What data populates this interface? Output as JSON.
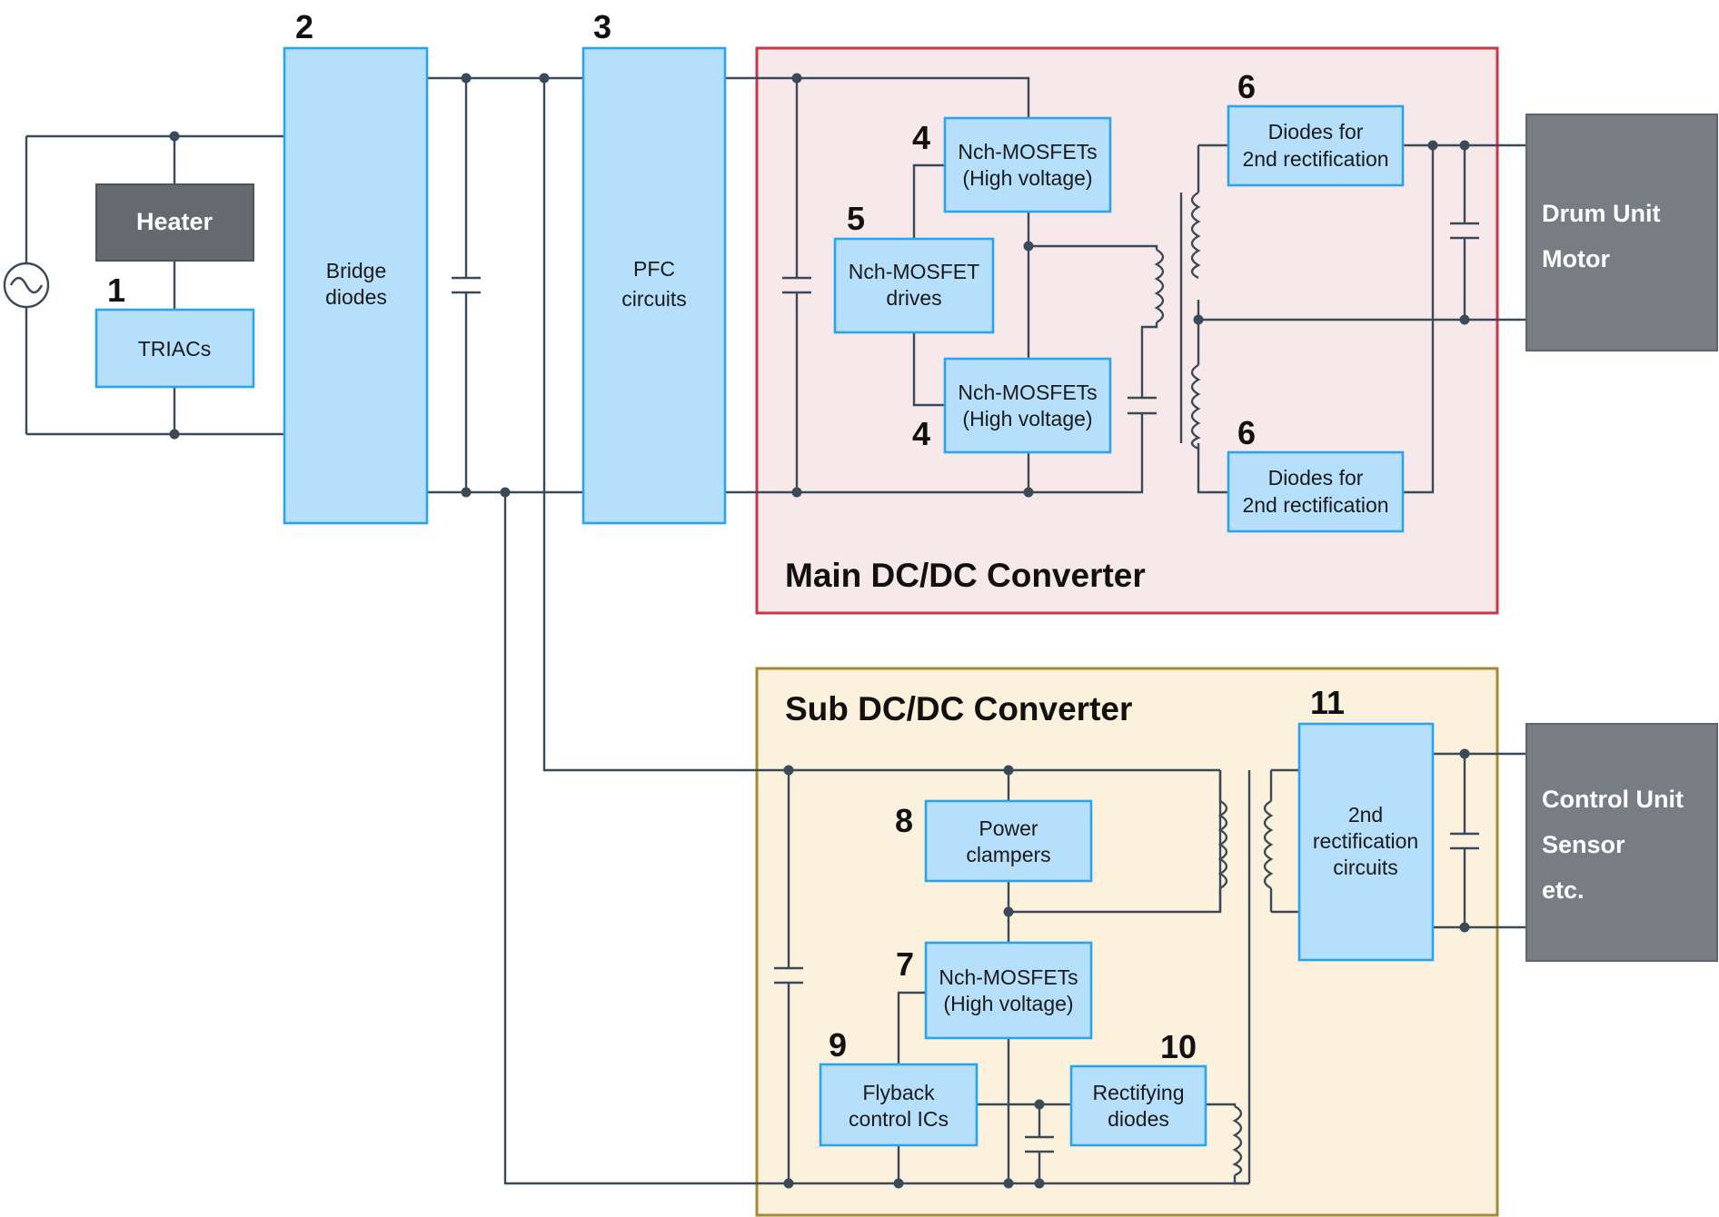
{
  "regions": {
    "main_converter": {
      "title": "Main DC/DC Converter",
      "fill": "#f7e8e9",
      "stroke": "#c8364a"
    },
    "sub_converter": {
      "title": "Sub DC/DC Converter",
      "fill": "#fbf1dc",
      "stroke": "#a48a30"
    }
  },
  "loads": {
    "heater": "Heater",
    "drum": [
      "Drum Unit",
      "Motor"
    ],
    "control": [
      "Control Unit",
      "Sensor",
      "etc."
    ]
  },
  "blocks": {
    "triacs": {
      "number": "1",
      "lines": [
        "TRIACs"
      ]
    },
    "bridge": {
      "number": "2",
      "lines": [
        "Bridge",
        "diodes"
      ]
    },
    "pfc": {
      "number": "3",
      "lines": [
        "PFC",
        "circuits"
      ]
    },
    "mosfet_hi_top": {
      "number": "4",
      "lines": [
        "Nch-MOSFETs",
        "(High voltage)"
      ]
    },
    "mosfet_hi_bottom": {
      "number": "4",
      "lines": [
        "Nch-MOSFETs",
        "(High voltage)"
      ]
    },
    "mosfet_drives": {
      "number": "5",
      "lines": [
        "Nch-MOSFET",
        "drives"
      ]
    },
    "diodes_top": {
      "number": "6",
      "lines": [
        "Diodes for",
        "2nd rectification"
      ]
    },
    "diodes_bottom": {
      "number": "6",
      "lines": [
        "Diodes for",
        "2nd rectification"
      ]
    },
    "mosfet_sub": {
      "number": "7",
      "lines": [
        "Nch-MOSFETs",
        "(High voltage)"
      ]
    },
    "clampers": {
      "number": "8",
      "lines": [
        "Power",
        "clampers"
      ]
    },
    "flyback": {
      "number": "9",
      "lines": [
        "Flyback",
        "control ICs"
      ]
    },
    "rectifying": {
      "number": "10",
      "lines": [
        "Rectifying",
        "diodes"
      ]
    },
    "second_rect": {
      "number": "11",
      "lines": [
        "2nd",
        "rectification",
        "circuits"
      ]
    }
  },
  "icons": [
    "ac-source-icon",
    "capacitor-icon",
    "inductor-coil-icon",
    "transformer-icon"
  ],
  "colors": {
    "block_fill": "#b6dffb",
    "block_stroke": "#2aa4ec",
    "load_fill": "#767d83",
    "heater_fill": "#636a70",
    "wire": "#3b4a58"
  }
}
